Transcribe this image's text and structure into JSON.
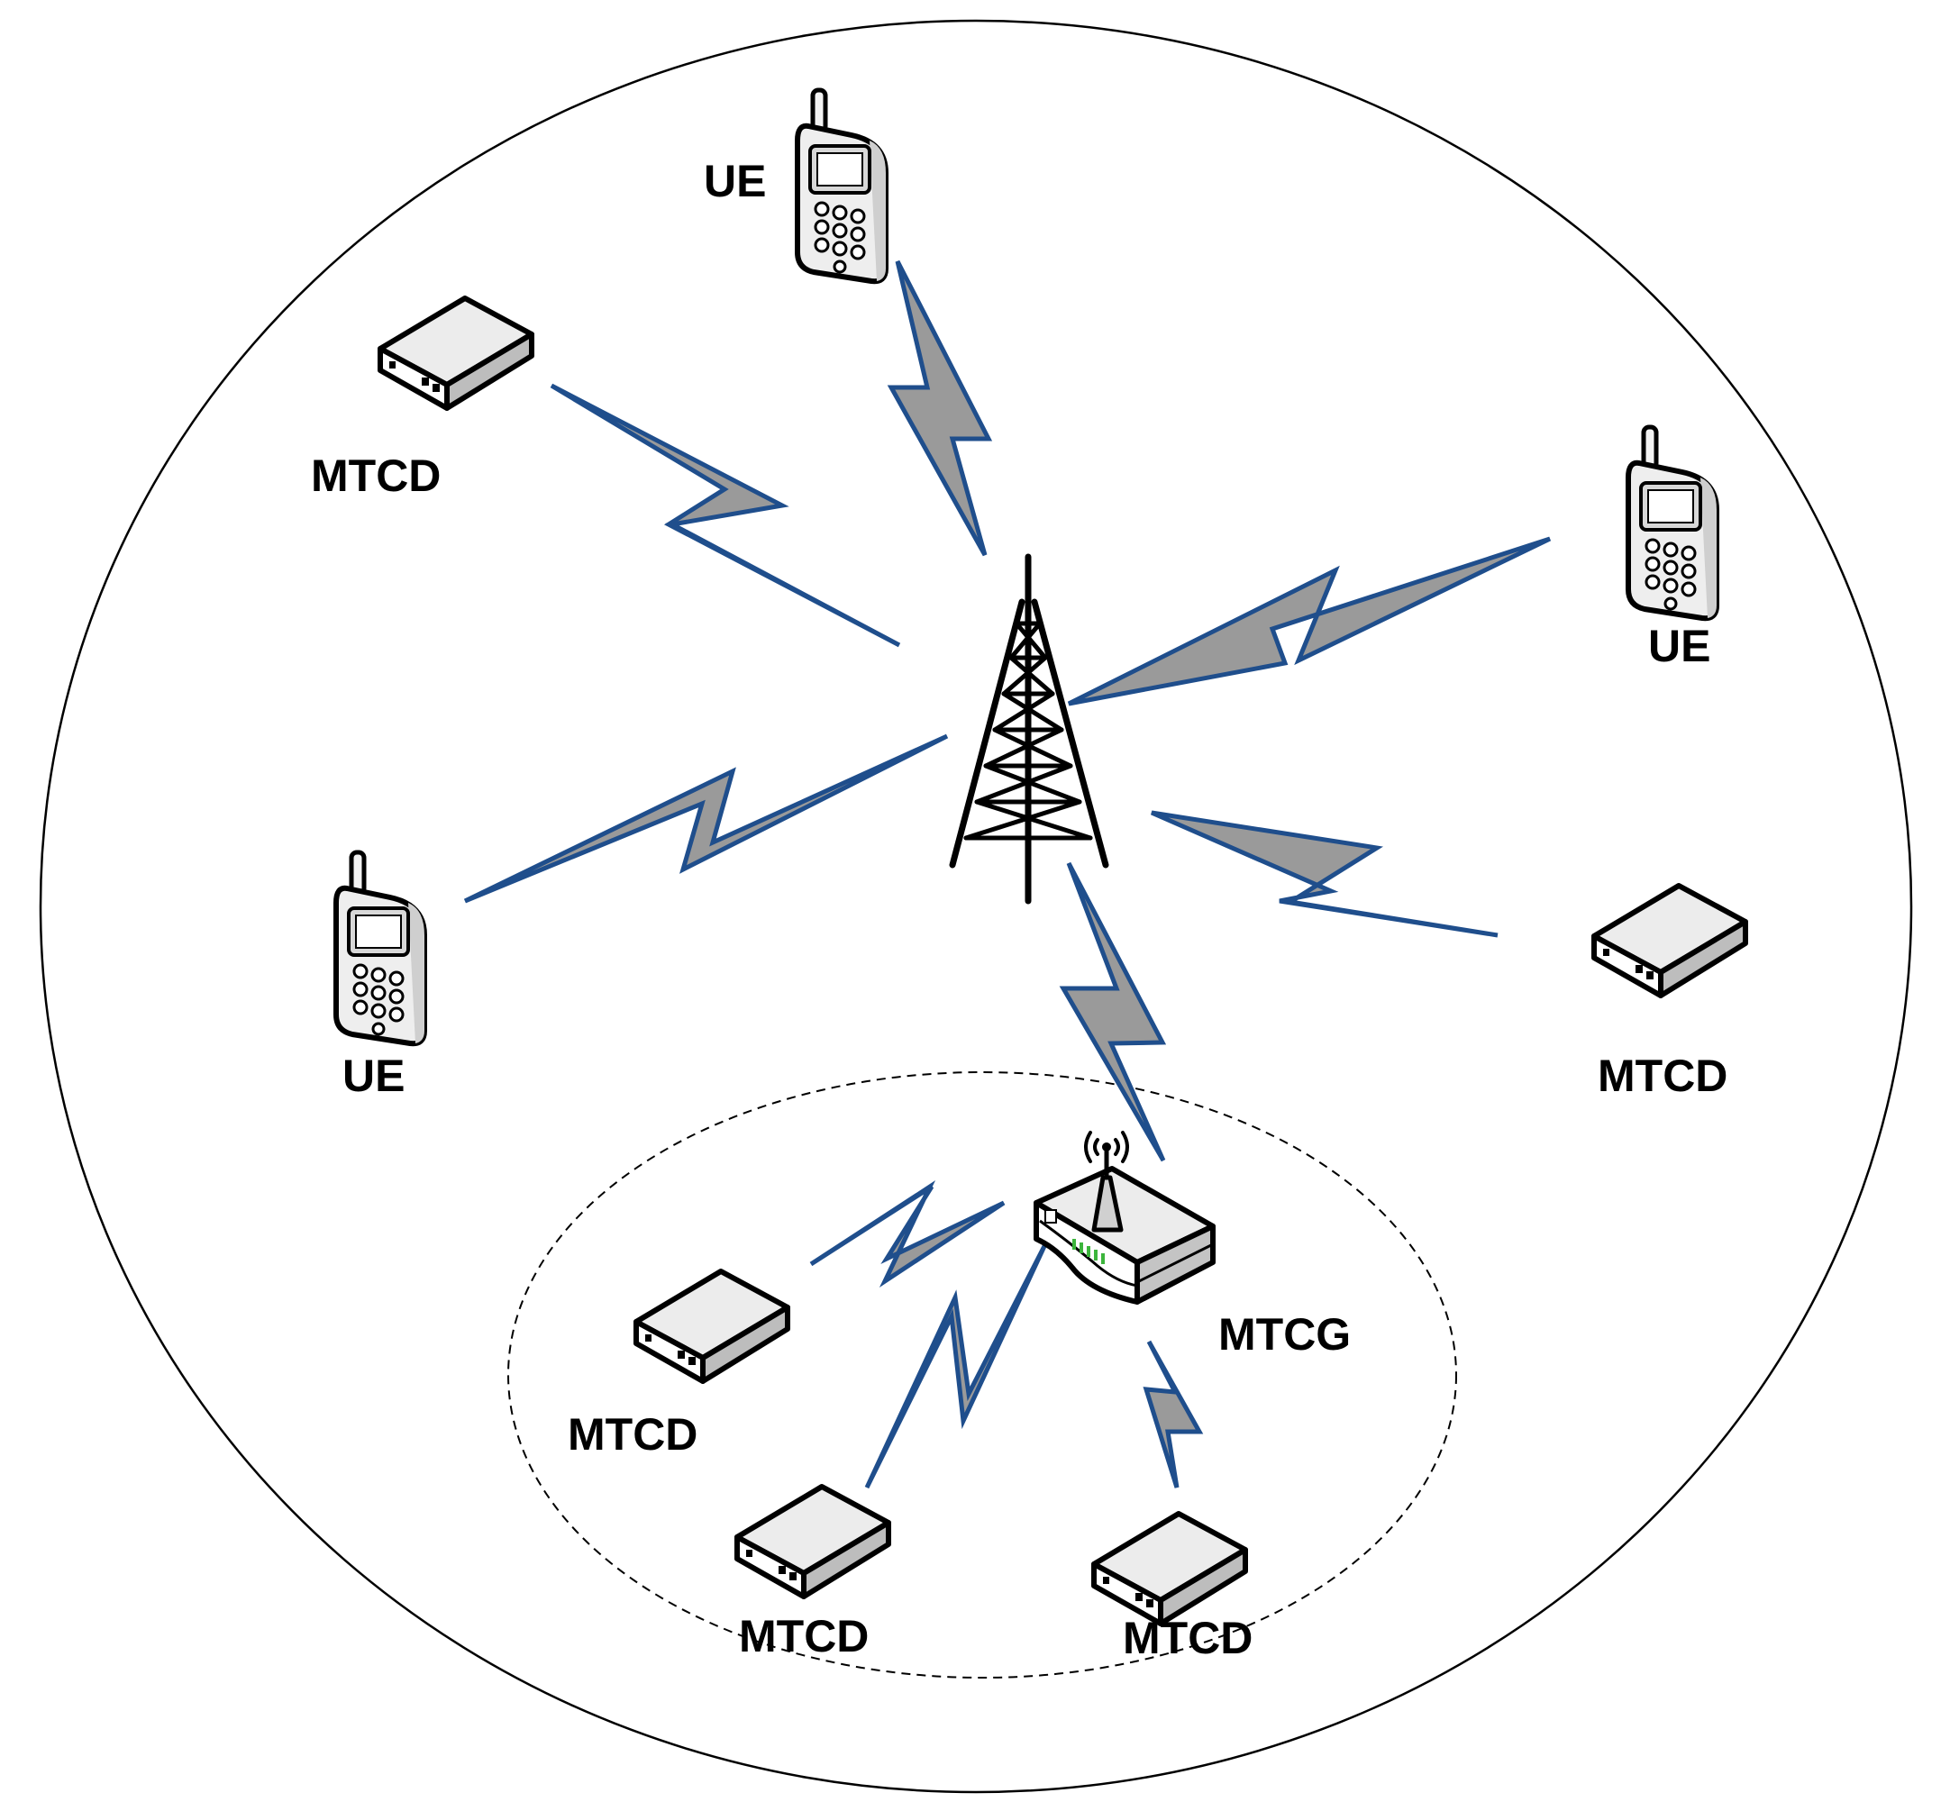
{
  "colors": {
    "link_fill": "#9a9a9a",
    "link_stroke": "#1f4e8c",
    "led_green": "#3cb53c",
    "cell_outline": "#000000"
  },
  "labels": {
    "ue_top": "UE",
    "ue_right": "UE",
    "ue_left": "UE",
    "mtcd_top_left": "MTCD",
    "mtcd_right": "MTCD",
    "mtcd_cluster_left": "MTCD",
    "mtcd_cluster_bottom_left": "MTCD",
    "mtcd_cluster_bottom_right": "MTCD",
    "gateway": "MTCG"
  },
  "icons": {
    "base_station": "cell-tower-icon",
    "user_equipment": "mobile-phone-icon",
    "machine_device": "mtc-device-icon",
    "gateway": "wireless-gateway-icon",
    "link": "wireless-link-icon"
  }
}
